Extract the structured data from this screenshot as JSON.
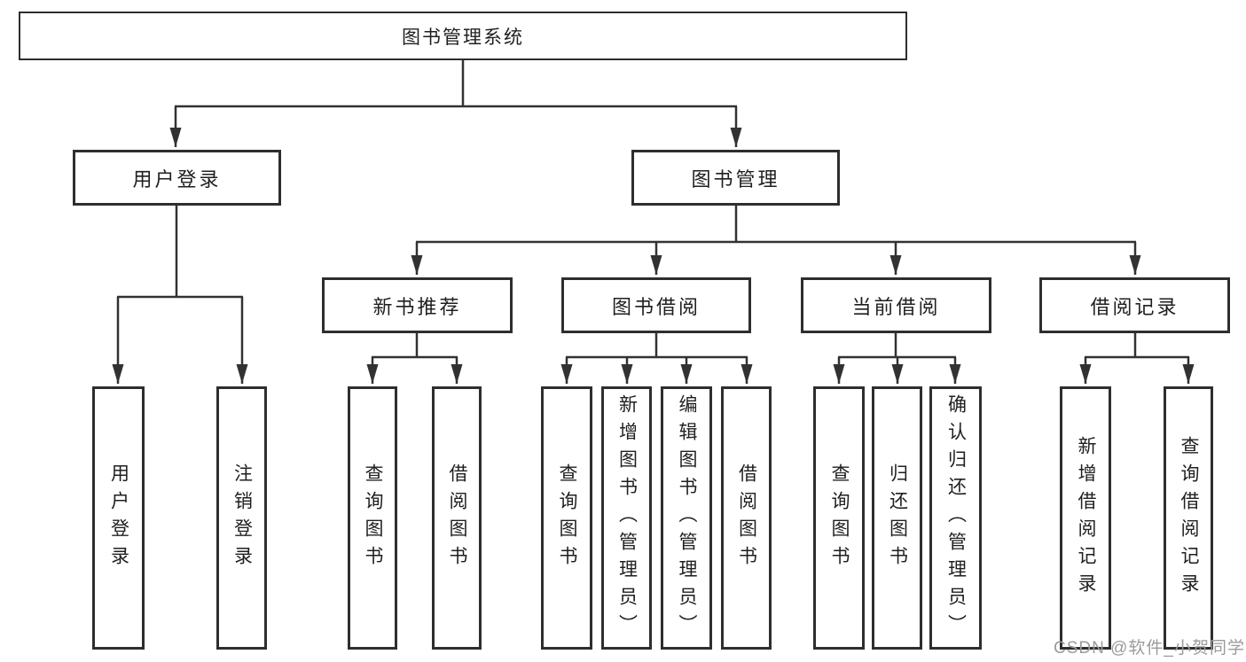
{
  "diagram": {
    "root": {
      "label": "图书管理系统"
    },
    "level1": [
      {
        "label": "用户登录"
      },
      {
        "label": "图书管理"
      }
    ],
    "level2": [
      {
        "label": "新书推荐"
      },
      {
        "label": "图书借阅"
      },
      {
        "label": "当前借阅"
      },
      {
        "label": "借阅记录"
      }
    ],
    "leaves": {
      "user_login": [
        "用户登录",
        "注销登录"
      ],
      "new_book": [
        "查询图书",
        "借阅图书"
      ],
      "book_borrow": [
        "查询图书",
        "新增图书（管理员）",
        "编辑图书（管理员）",
        "借阅图书"
      ],
      "current_borrow": [
        "查询图书",
        "归还图书",
        "确认归还（管理员）"
      ],
      "borrow_record": [
        "新增借阅记录",
        "查询借阅记录"
      ]
    },
    "watermark": "CSDN @软件_小贺同学",
    "colors": {
      "line": "#323232",
      "box_border": "#2e2e2e",
      "text": "#1f1f1f",
      "watermark": "#9b9b9b",
      "background": "#ffffff"
    }
  }
}
